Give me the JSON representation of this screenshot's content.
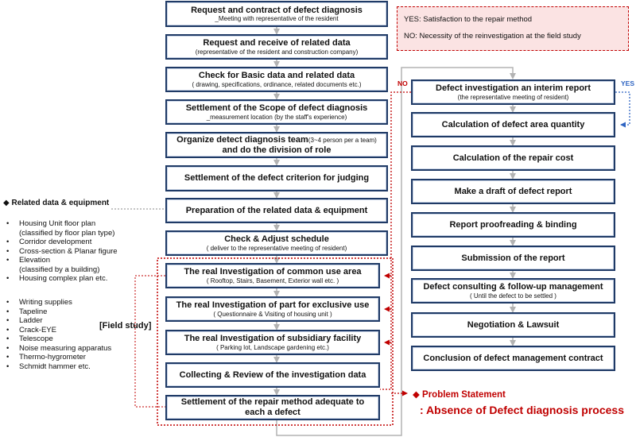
{
  "legend": {
    "yes": "YES: Satisfaction to the repair method",
    "no": "NO: Necessity of the reinvestigation at the field study"
  },
  "left_steps": [
    {
      "title": "Request and contract of defect diagnosis",
      "sub": "_Meeting with representative of the resident"
    },
    {
      "title": "Request and receive of related data",
      "sub": "(representative of the resident and construction company)"
    },
    {
      "title": "Check for Basic data and related data",
      "sub": "( drawing, specifications, ordinance, related documents etc.)"
    },
    {
      "title": "Settlement of the Scope of defect diagnosis",
      "sub": "_measurement location (by the staff's experience)"
    },
    {
      "title_a": "Organize detect diagnosis team",
      "title_small": "(3~4 person per a team)",
      "title_b": " and do the division of role"
    },
    {
      "title": "Settlement of the defect criterion for judging"
    },
    {
      "title": "Preparation of the related data & equipment"
    },
    {
      "title": "Check & Adjust schedule",
      "sub": "( deliver to the representative meeting of resident)"
    },
    {
      "title": "The real Investigation of common use area",
      "sub": "( Rooftop, Stairs, Basement, Exterior wall etc. )"
    },
    {
      "title": "The real Investigation of part for exclusive use",
      "sub": "( Questionnaire  & Visiting of housing unit )"
    },
    {
      "title": "The real Investigation of subsidiary facility",
      "sub": "( Parking lot, Landscape gardening etc.)"
    },
    {
      "title": "Collecting & Review of the investigation data"
    },
    {
      "title": "Settlement of the repair method adequate to each a defect"
    }
  ],
  "right_steps": [
    {
      "title": "Defect investigation an interim report",
      "sub": "(the representative meeting of resident)"
    },
    {
      "title": "Calculation of defect area quantity"
    },
    {
      "title": "Calculation of the repair cost"
    },
    {
      "title": "Make a draft of defect report"
    },
    {
      "title": "Report proofreading & binding"
    },
    {
      "title": "Submission of the report"
    },
    {
      "title": "Defect consulting & follow-up management",
      "sub": "( Until the defect to be settled )"
    },
    {
      "title": "Negotiation & Lawsuit"
    },
    {
      "title": "Conclusion of defect management contract"
    }
  ],
  "labels": {
    "no": "NO",
    "yes": "YES"
  },
  "side": {
    "title": "◆  Related data & equipment",
    "group1": [
      "Housing Unit floor plan",
      "(classified by floor plan type)",
      "Corridor development",
      "Cross-section & Planar figure",
      "Elevation",
      "(classified by a building)",
      "Housing complex plan etc."
    ],
    "group2": [
      "Writing supplies",
      "Tapeline",
      "Ladder",
      "Crack-EYE",
      "Telescope",
      "Noise measuring apparatus",
      "Thermo-hygrometer",
      "Schmidt hammer etc."
    ]
  },
  "field_label": "[Field study]",
  "problem": {
    "title": "◆  Problem Statement",
    "subtitle": ": Absence of Defect diagnosis process"
  },
  "colors": {
    "box_border": "#1f3a66",
    "arrow": "#b3b3b3",
    "red": "#c00000",
    "blue": "#2e64c2",
    "legend_bg": "#fbe3e3"
  }
}
